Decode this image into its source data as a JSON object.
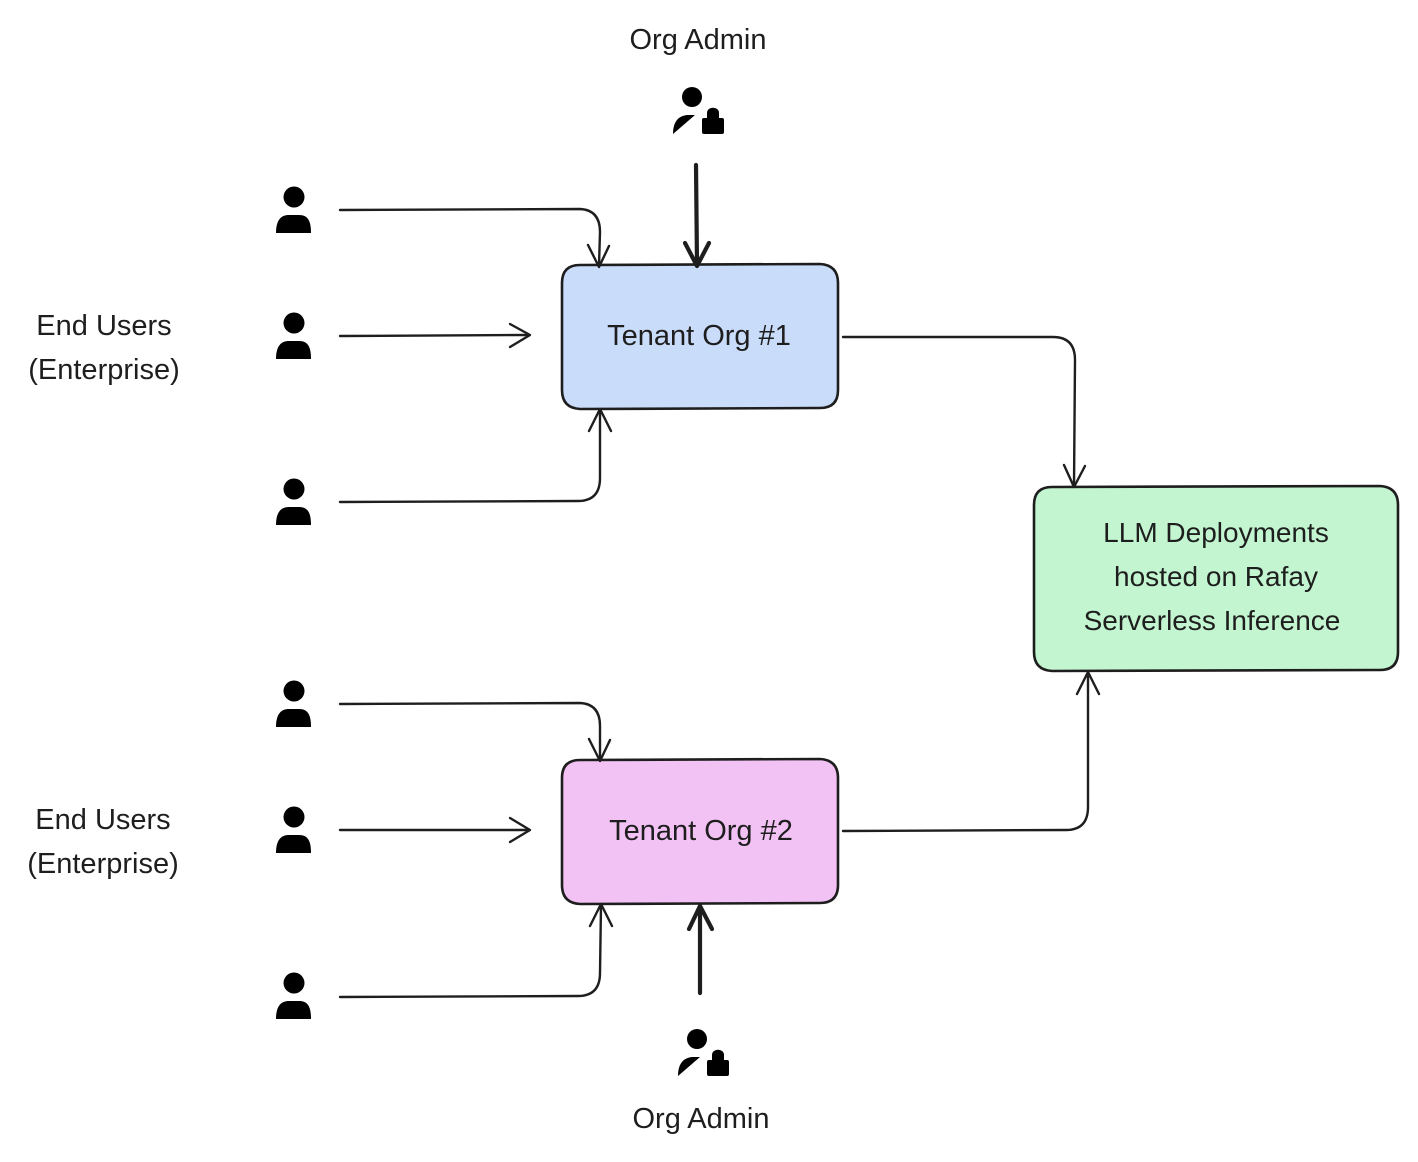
{
  "org_admin_top": {
    "label": "Org Admin",
    "icon": "user-lock-icon"
  },
  "org_admin_bottom": {
    "label": "Org Admin",
    "icon": "user-lock-icon"
  },
  "groups": [
    {
      "label_line1": "End Users",
      "label_line2": "(Enterprise)",
      "icon": "user-plus-icon"
    },
    {
      "label_line1": "End Users",
      "label_line2": "(Enterprise)",
      "icon": "user-plus-icon"
    }
  ],
  "tenant1": {
    "label": "Tenant Org #1",
    "fill": "#c9dcf9"
  },
  "tenant2": {
    "label": "Tenant Org #2",
    "fill": "#f2c2f4"
  },
  "llm": {
    "lines": [
      "LLM Deployments",
      "hosted on Rafay",
      "Serverless Inference"
    ],
    "fill": "#c2f5d0"
  },
  "colors": {
    "stroke": "#1e1e1e",
    "admin_icon": "#2f6fd0"
  }
}
